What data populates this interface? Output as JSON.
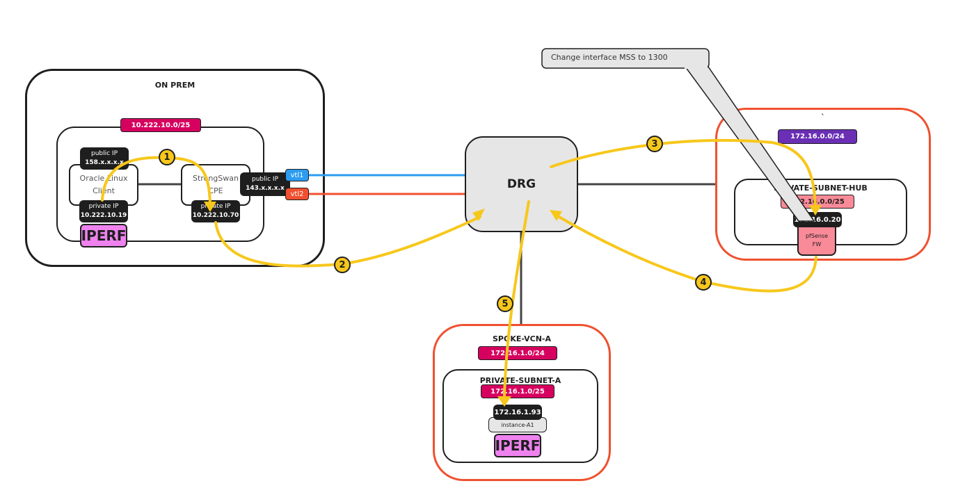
{
  "onprem": {
    "title": "ON PREM",
    "subnet_cidr": "10.222.10.0/25",
    "client": {
      "name_line1": "Oracle Linux",
      "name_line2": "Client",
      "public_ip_label": "public IP",
      "public_ip": "158.x.x.x.x",
      "private_ip_label": "private IP",
      "private_ip": "10.222.10.19",
      "tool": "IPERF"
    },
    "cpe": {
      "name_line1": "StrongSwan",
      "name_line2": "CPE",
      "public_ip_label": "public IP",
      "public_ip": "143.x.x.x.x",
      "private_ip_label": "private IP",
      "private_ip": "10.222.10.70"
    },
    "tunnels": [
      {
        "label": "vtl1",
        "color": "#2c9cf0"
      },
      {
        "label": "vtl2",
        "color": "#f0502f"
      }
    ]
  },
  "drg": {
    "label": "DRG"
  },
  "callout": {
    "text": "Change interface MSS to 1300"
  },
  "hub": {
    "title": "`",
    "vcn_cidr": "172.16.0.0/24",
    "subnet_title": "PRIVATE-SUBNET-HUB",
    "subnet_cidr": "172.16.0.0/25",
    "fw_ip": "172.16.0.20",
    "fw_line1": "pfSense",
    "fw_line2": "FW"
  },
  "spoke": {
    "title": "SPOKE-VCN-A",
    "vcn_cidr": "172.16.1.0/24",
    "subnet_title": "PRIVATE-SUBNET-A",
    "subnet_cidr": "172.16.1.0/25",
    "instance_ip": "172.16.1.93",
    "instance_name": "instance-A1",
    "tool": "IPERF"
  },
  "steps": [
    "1",
    "2",
    "3",
    "4",
    "5"
  ],
  "colors": {
    "flow": "#f7c71b",
    "magenta": "#d6005f",
    "purple": "#6a2fb5",
    "pink": "#f98a98",
    "red_border": "#f0502f",
    "iperf": "#ef82ef"
  }
}
